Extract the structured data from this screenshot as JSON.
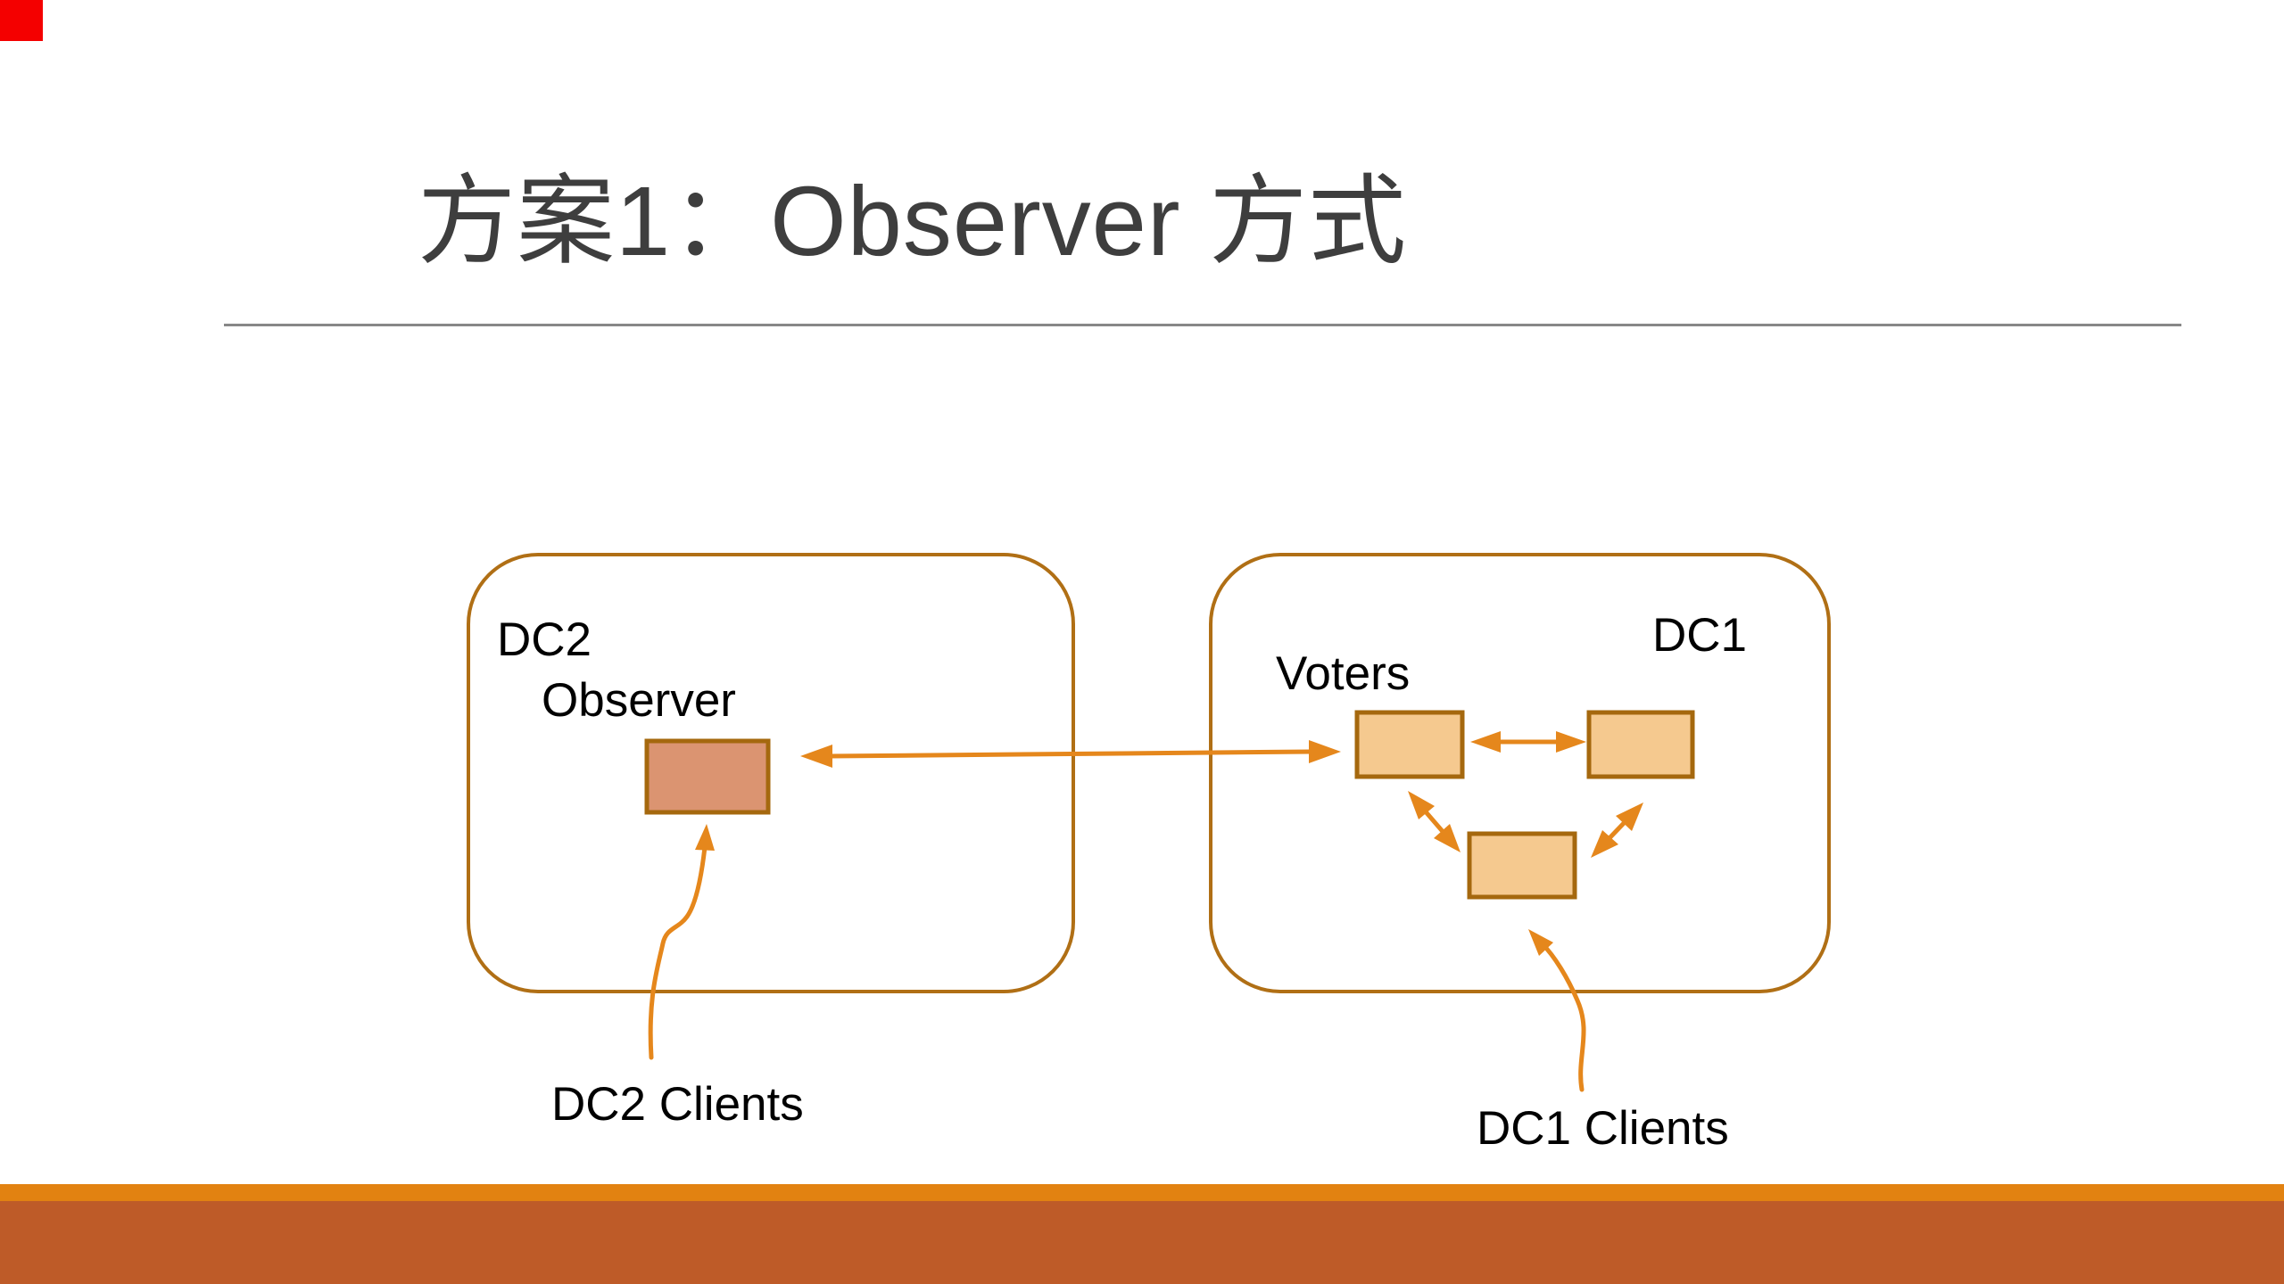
{
  "slide": {
    "title": "方案1：Observer 方式",
    "diagram": {
      "dc2_label": "DC2",
      "observer_label": "Observer",
      "dc1_label": "DC1",
      "voters_label": "Voters",
      "dc2_clients_label": "DC2 Clients",
      "dc1_clients_label": "DC1 Clients"
    },
    "colors": {
      "title_text": "#3E3E3E",
      "label_text": "#000000",
      "divider": "#888888",
      "container_stroke": "#B06F15",
      "node_stroke": "#A5680E",
      "observer_fill": "#DB9471",
      "voter_fill": "#F5C98F",
      "arrow": "#E5871C",
      "footer_stripe": "#E28211",
      "footer_band": "#BE5B28",
      "corner_marker": "#F40000"
    }
  }
}
